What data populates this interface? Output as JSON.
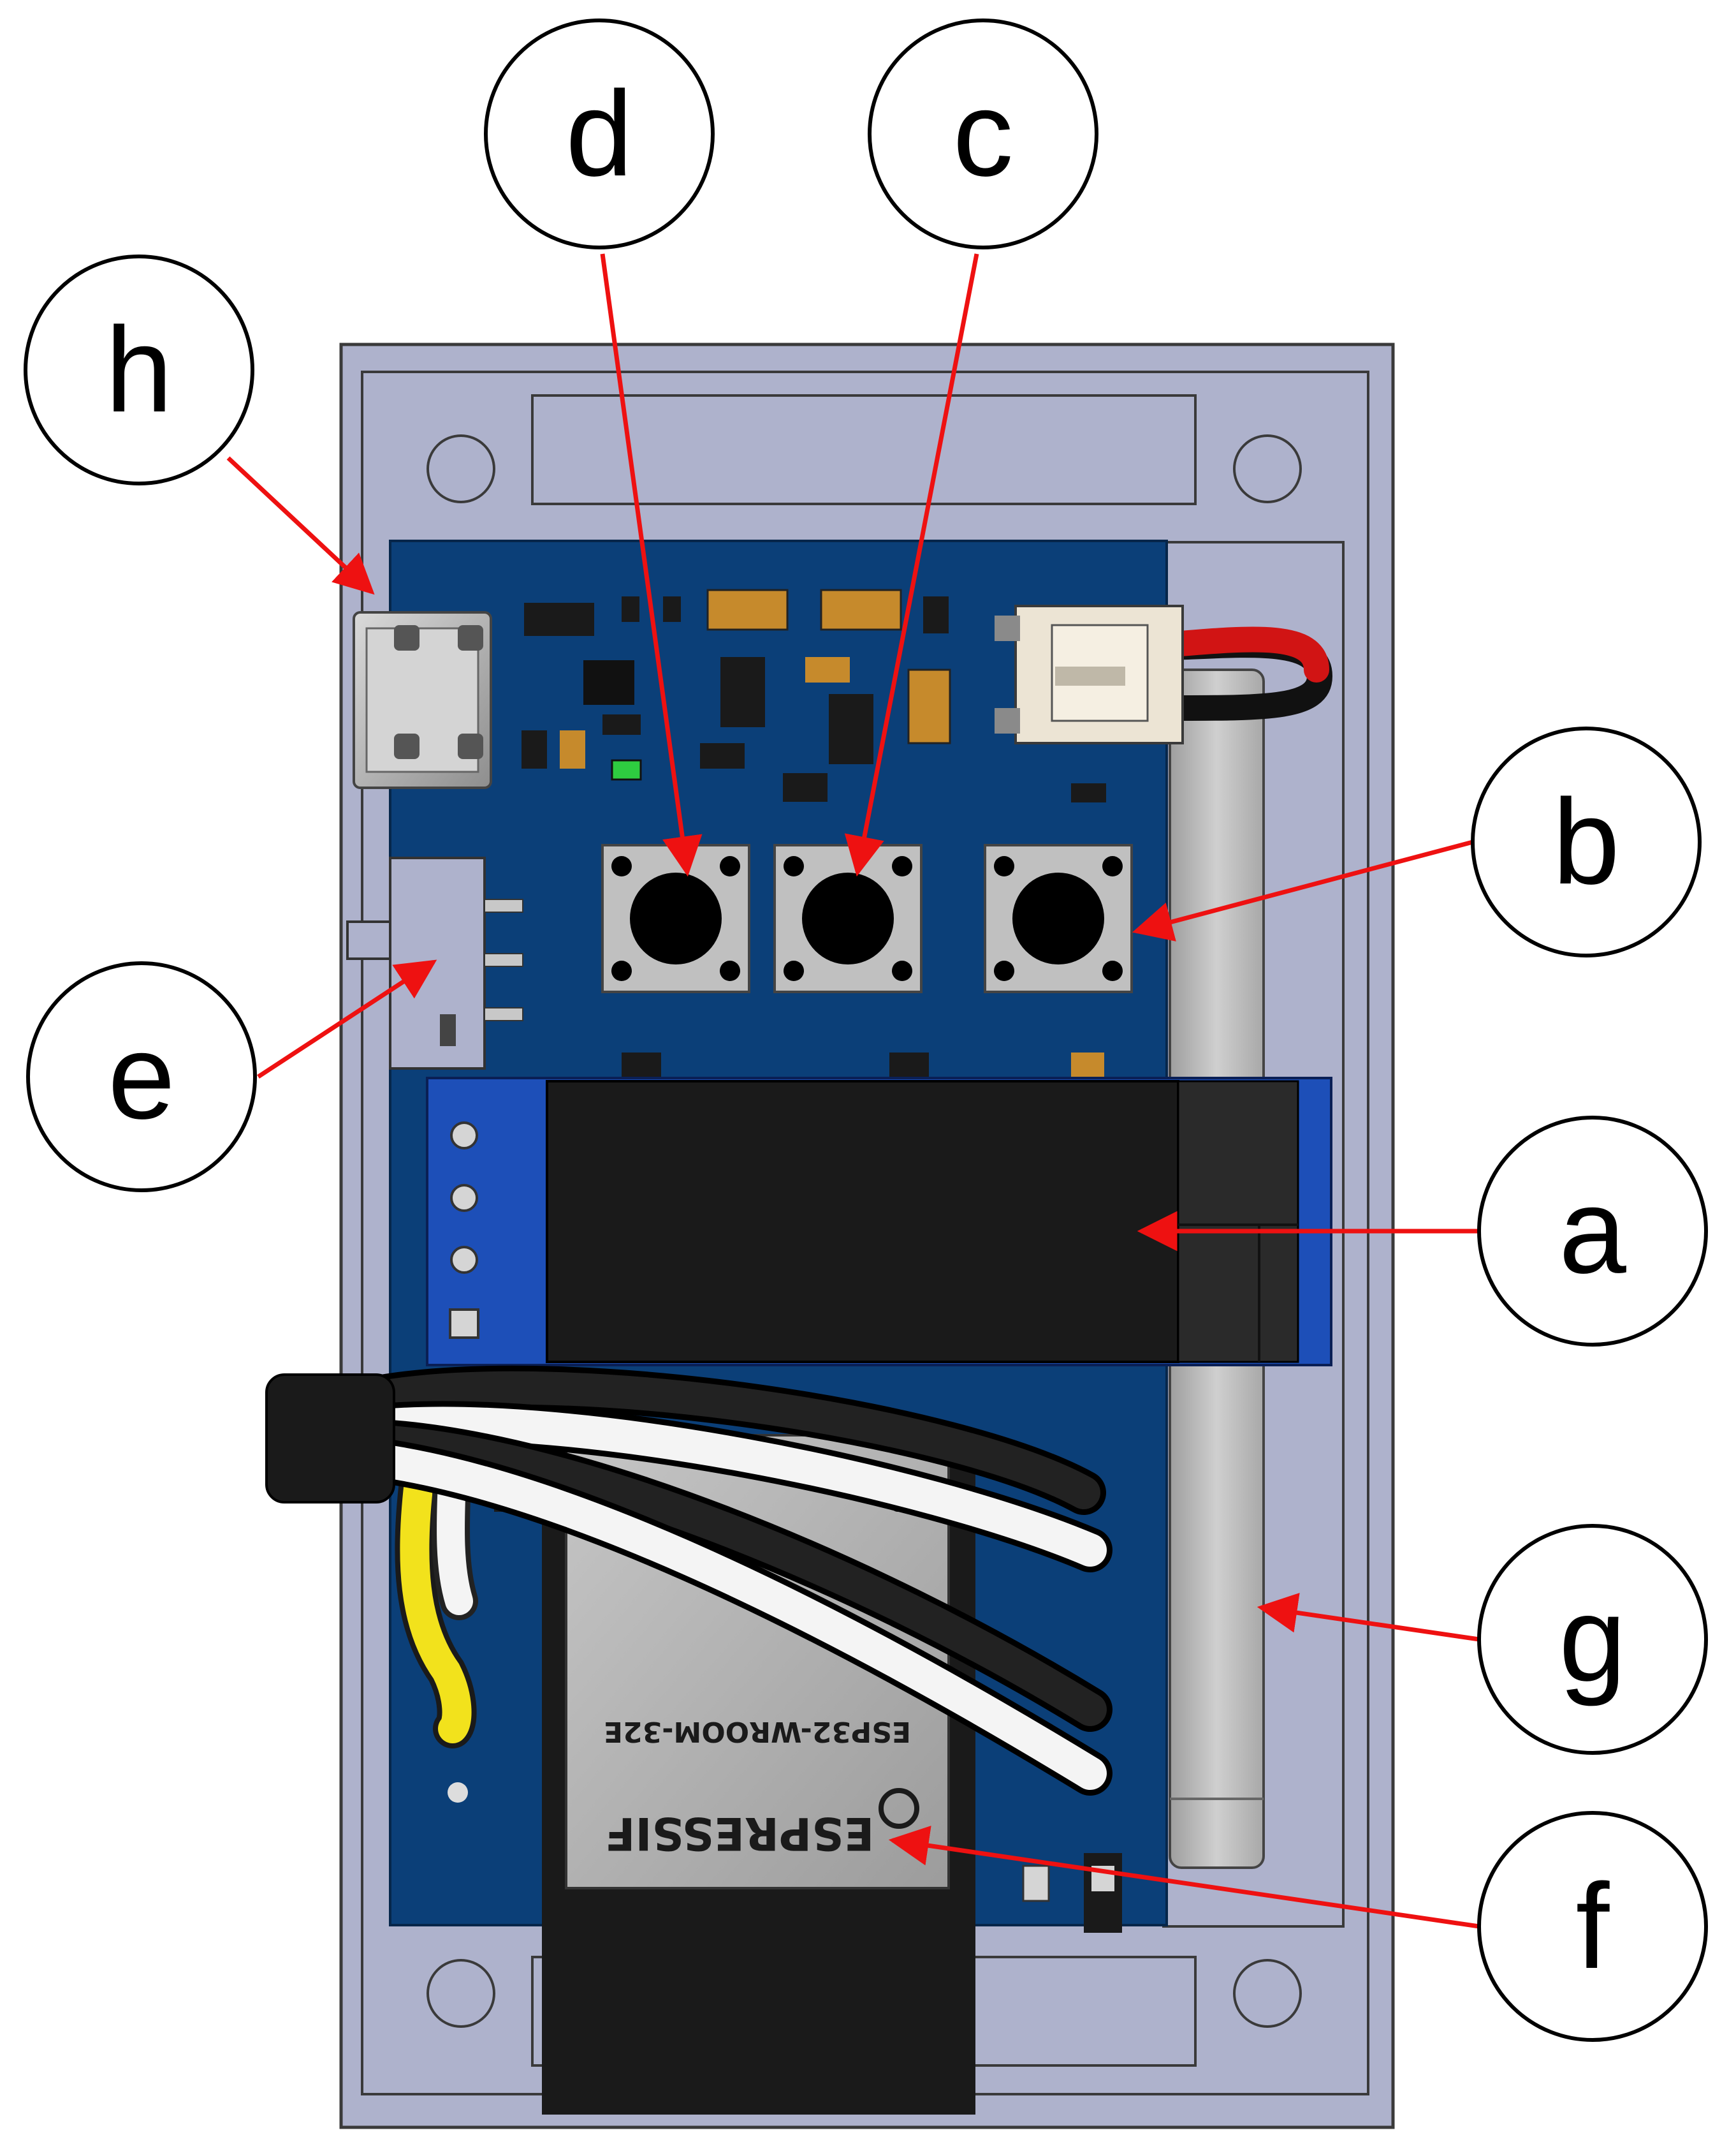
{
  "callouts": [
    {
      "id": "a",
      "label": "a"
    },
    {
      "id": "b",
      "label": "b"
    },
    {
      "id": "c",
      "label": "c"
    },
    {
      "id": "d",
      "label": "d"
    },
    {
      "id": "e",
      "label": "e"
    },
    {
      "id": "f",
      "label": "f"
    },
    {
      "id": "g",
      "label": "g"
    },
    {
      "id": "h",
      "label": "h"
    }
  ],
  "module": {
    "model": "ESP32-WROOM-32E",
    "brand": "ESPRESSIF"
  },
  "colors": {
    "enclosure": "#aeb2cc",
    "pcb": "#0b3f78",
    "display_panel": "#1a1a1a",
    "display_carrier": "#1d4fb8",
    "battery": "#b8b8b8",
    "arrow": "#ee1111",
    "wire_red": "#d11414",
    "wire_yellow": "#f2e21c"
  }
}
